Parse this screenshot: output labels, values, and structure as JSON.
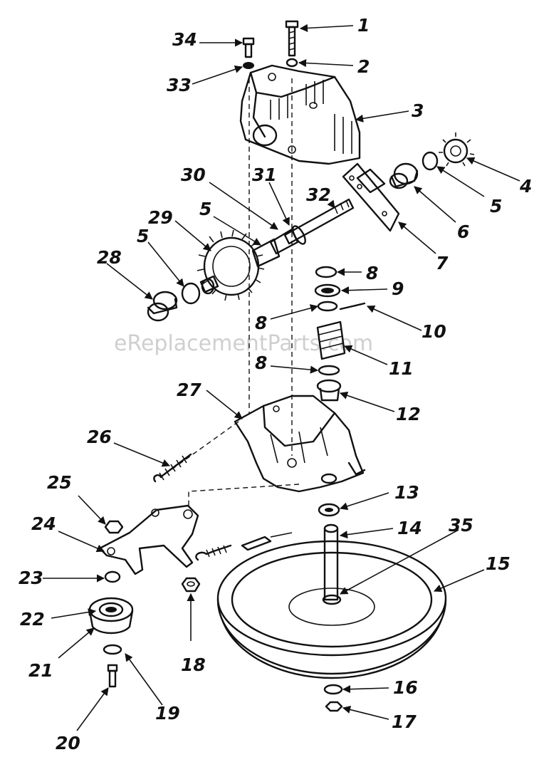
{
  "watermark": "eReplacementParts.com",
  "labels": [
    {
      "id": "p1",
      "text": "1"
    },
    {
      "id": "p2",
      "text": "2"
    },
    {
      "id": "p3",
      "text": "3"
    },
    {
      "id": "p4",
      "text": "4"
    },
    {
      "id": "p5a",
      "text": "5"
    },
    {
      "id": "p5b",
      "text": "5"
    },
    {
      "id": "p5c",
      "text": "5"
    },
    {
      "id": "p6",
      "text": "6"
    },
    {
      "id": "p7",
      "text": "7"
    },
    {
      "id": "p8a",
      "text": "8"
    },
    {
      "id": "p8b",
      "text": "8"
    },
    {
      "id": "p8c",
      "text": "8"
    },
    {
      "id": "p9",
      "text": "9"
    },
    {
      "id": "p10",
      "text": "10"
    },
    {
      "id": "p11",
      "text": "11"
    },
    {
      "id": "p12",
      "text": "12"
    },
    {
      "id": "p13",
      "text": "13"
    },
    {
      "id": "p14",
      "text": "14"
    },
    {
      "id": "p15",
      "text": "15"
    },
    {
      "id": "p16",
      "text": "16"
    },
    {
      "id": "p17",
      "text": "17"
    },
    {
      "id": "p18",
      "text": "18"
    },
    {
      "id": "p19",
      "text": "19"
    },
    {
      "id": "p20",
      "text": "20"
    },
    {
      "id": "p21",
      "text": "21"
    },
    {
      "id": "p22",
      "text": "22"
    },
    {
      "id": "p23",
      "text": "23"
    },
    {
      "id": "p24",
      "text": "24"
    },
    {
      "id": "p25",
      "text": "25"
    },
    {
      "id": "p26",
      "text": "26"
    },
    {
      "id": "p27",
      "text": "27"
    },
    {
      "id": "p28",
      "text": "28"
    },
    {
      "id": "p29",
      "text": "29"
    },
    {
      "id": "p30",
      "text": "30"
    },
    {
      "id": "p31",
      "text": "31"
    },
    {
      "id": "p32",
      "text": "32"
    },
    {
      "id": "p33",
      "text": "33"
    },
    {
      "id": "p34",
      "text": "34"
    },
    {
      "id": "p35",
      "text": "35"
    }
  ]
}
